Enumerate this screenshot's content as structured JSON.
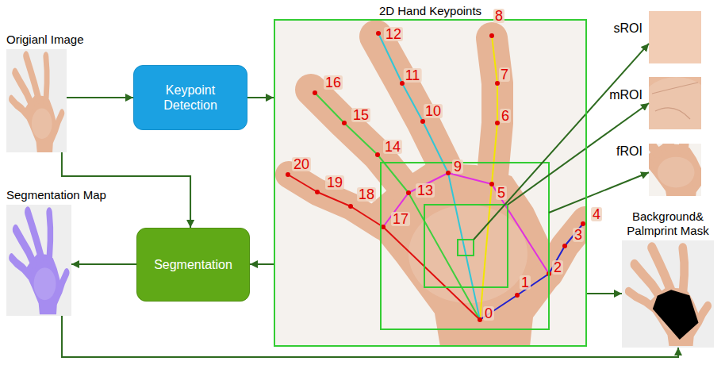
{
  "diagram": {
    "nodes": [
      {
        "text": [
          "Origianl Image"
        ]
      },
      {
        "text": [
          "Keypoint Detection"
        ]
      },
      {
        "text": [
          "2D Hand Keypoints"
        ]
      },
      {
        "text": [
          "sROI"
        ]
      },
      {
        "text": [
          "mROI"
        ]
      },
      {
        "text": [
          "fROI"
        ]
      },
      {
        "text": [
          "Segmentation Map"
        ]
      },
      {
        "text": [
          "Segmentation"
        ]
      },
      {
        "text": [
          "Background& Palmprint Mask"
        ]
      }
    ],
    "edges": [
      {
        "from": 0,
        "to": 1,
        "arrow": "to"
      },
      {
        "from": 1,
        "to": 2,
        "arrow": "to"
      },
      {
        "from": 0,
        "to": 7,
        "arrow": "to"
      },
      {
        "from": 2,
        "to": 7,
        "arrow": "to"
      },
      {
        "from": 7,
        "to": 6,
        "arrow": "to"
      },
      {
        "from": 6,
        "to": 8,
        "arrow": "to"
      },
      {
        "from": 2,
        "to": 8,
        "arrow": "to"
      },
      {
        "from": 2,
        "to": 3,
        "arrow": "to"
      },
      {
        "from": 2,
        "to": 4,
        "arrow": "to"
      },
      {
        "from": 2,
        "to": 5,
        "arrow": "to"
      }
    ],
    "labels": [
      "0",
      "1",
      "2",
      "3",
      "4",
      "5",
      "6",
      "7",
      "8",
      "9",
      "10",
      "11",
      "12",
      "13",
      "14",
      "15",
      "16",
      "17",
      "18",
      "19",
      "20"
    ]
  }
}
